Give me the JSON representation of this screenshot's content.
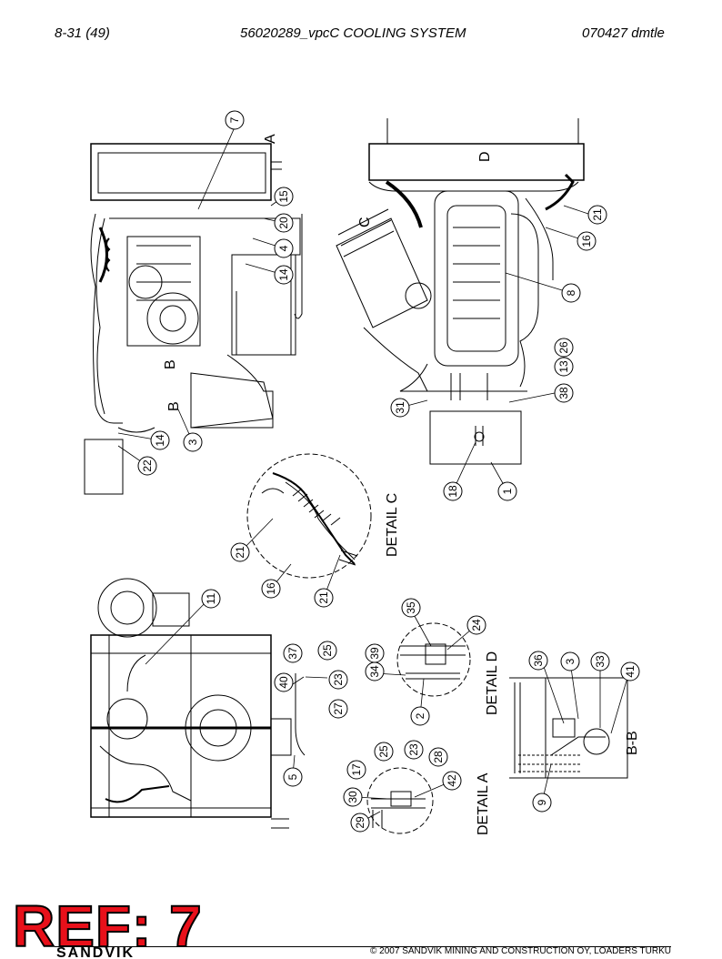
{
  "header": {
    "page": "8-31 (49)",
    "title": "56020289_vpcC COOLING SYSTEM",
    "code": "070427 dmtle"
  },
  "labels": {
    "section_a": "A",
    "section_b1": "B",
    "section_b2": "B",
    "detail_c_mark": "C",
    "detail_d_mark": "D",
    "detail_c": "DETAIL C",
    "detail_d": "DETAIL D",
    "detail_a": "DETAIL A",
    "section_bb": "B-B"
  },
  "callouts": [
    "7",
    "15",
    "20",
    "4",
    "14",
    "21",
    "16",
    "8",
    "26",
    "13",
    "38",
    "31",
    "14",
    "3",
    "22",
    "1",
    "18",
    "21",
    "16",
    "21",
    "11",
    "35",
    "24",
    "37",
    "25",
    "39",
    "34",
    "40",
    "23",
    "27",
    "2",
    "36",
    "3",
    "33",
    "41",
    "5",
    "17",
    "25",
    "23",
    "28",
    "42",
    "30",
    "29",
    "9"
  ],
  "footer": {
    "ref": "REF: 7",
    "copyright": "© 2007 SANDVIK MINING AND CONSTRUCTION OY, LOADERS TURKU",
    "brand": "SANDVIK"
  }
}
